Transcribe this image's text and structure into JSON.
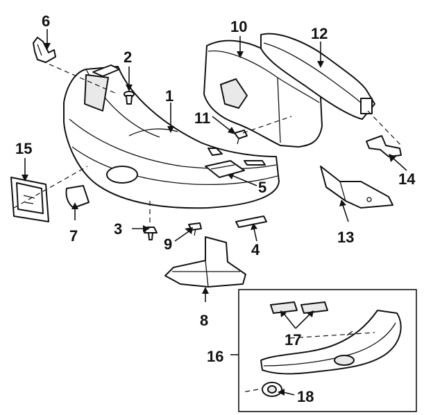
{
  "callouts": {
    "c1": "1",
    "c2": "2",
    "c3": "3",
    "c4": "4",
    "c5": "5",
    "c6": "6",
    "c7": "7",
    "c8": "8",
    "c9": "9",
    "c10": "10",
    "c11": "11",
    "c12": "12",
    "c13": "13",
    "c14": "14",
    "c15": "15",
    "c16": "16",
    "c17": "17",
    "c18": "18"
  },
  "colors": {
    "line": "#111111",
    "fill": "#ffffff",
    "shade": "#e9e9e9"
  }
}
